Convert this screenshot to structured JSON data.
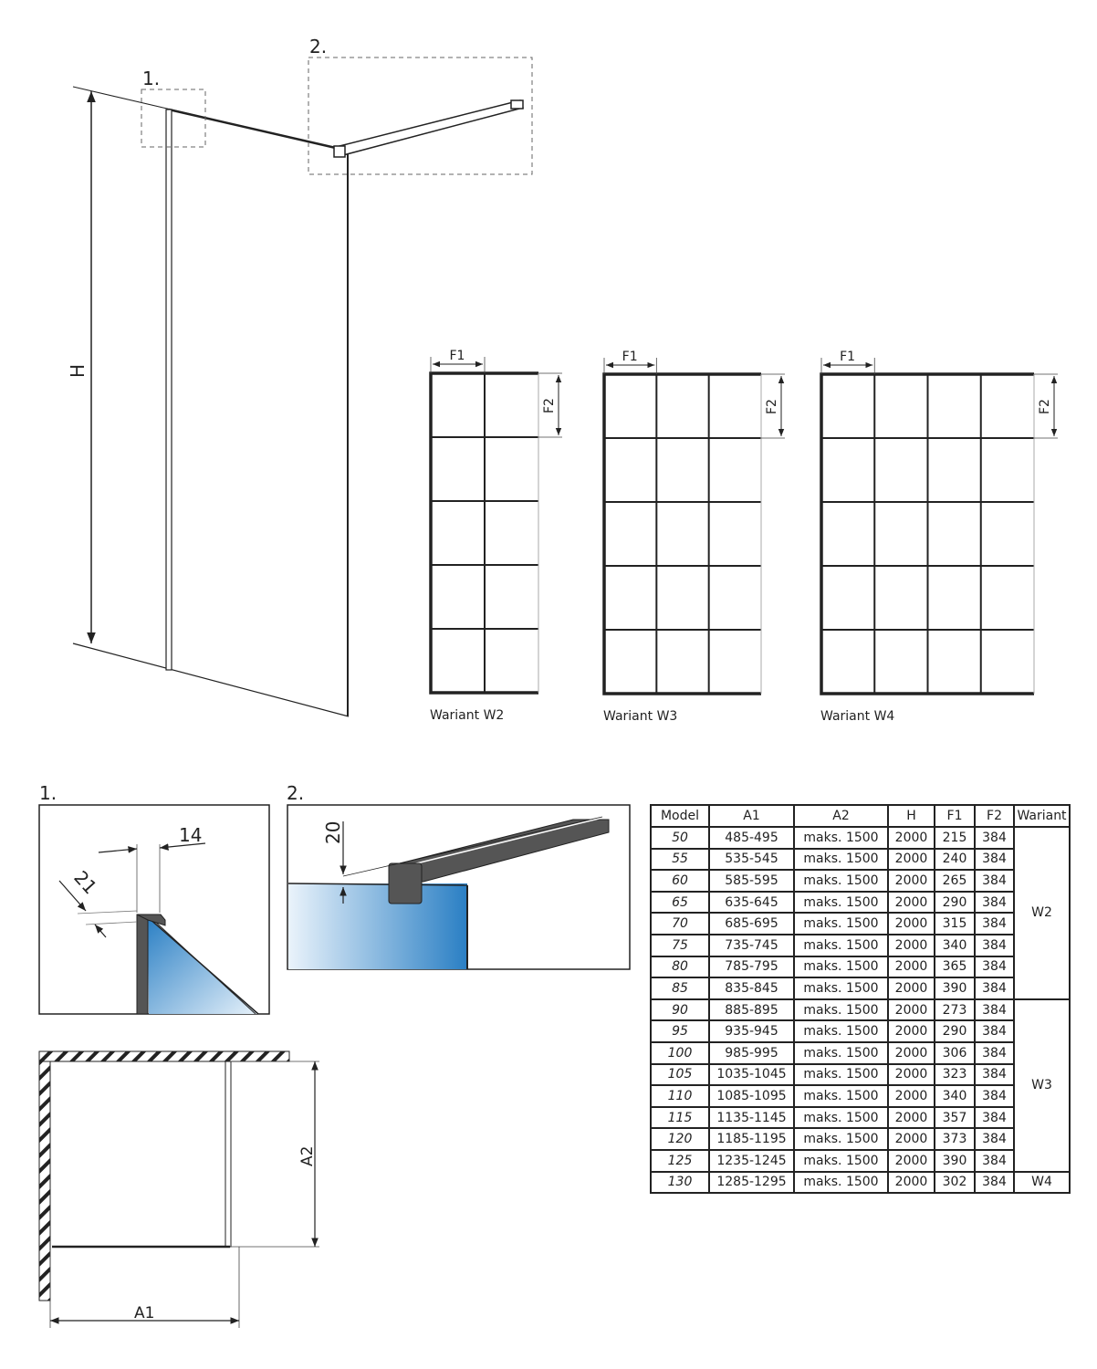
{
  "main_view": {
    "label_detail_1": "1.",
    "label_detail_2": "2.",
    "dim_height": "H"
  },
  "variants": [
    {
      "name": "Wariant W2",
      "dim_f1": "F1",
      "dim_f2": "F2",
      "cols": 2,
      "rows": 5
    },
    {
      "name": "Wariant W3",
      "dim_f1": "F1",
      "dim_f2": "F2",
      "cols": 3,
      "rows": 5
    },
    {
      "name": "Wariant W4",
      "dim_f1": "F1",
      "dim_f2": "F2",
      "cols": 4,
      "rows": 5
    }
  ],
  "detail_1": {
    "label": "1.",
    "dim_width": "14",
    "dim_depth": "21"
  },
  "detail_2": {
    "label": "2.",
    "dim_offset": "20"
  },
  "plan_view": {
    "dim_a1": "A1",
    "dim_a2": "A2"
  },
  "colors": {
    "glass_blue": "#2a7fc4",
    "profile": "#555555",
    "line": "#222222"
  },
  "table": {
    "headers": [
      "Model",
      "A1",
      "A2",
      "H",
      "F1",
      "F2",
      "Wariant"
    ],
    "rows": [
      [
        "50",
        "485-495",
        "maks. 1500",
        "2000",
        "215",
        "384"
      ],
      [
        "55",
        "535-545",
        "maks. 1500",
        "2000",
        "240",
        "384"
      ],
      [
        "60",
        "585-595",
        "maks. 1500",
        "2000",
        "265",
        "384"
      ],
      [
        "65",
        "635-645",
        "maks. 1500",
        "2000",
        "290",
        "384"
      ],
      [
        "70",
        "685-695",
        "maks. 1500",
        "2000",
        "315",
        "384"
      ],
      [
        "75",
        "735-745",
        "maks. 1500",
        "2000",
        "340",
        "384"
      ],
      [
        "80",
        "785-795",
        "maks. 1500",
        "2000",
        "365",
        "384"
      ],
      [
        "85",
        "835-845",
        "maks. 1500",
        "2000",
        "390",
        "384"
      ],
      [
        "90",
        "885-895",
        "maks. 1500",
        "2000",
        "273",
        "384"
      ],
      [
        "95",
        "935-945",
        "maks. 1500",
        "2000",
        "290",
        "384"
      ],
      [
        "100",
        "985-995",
        "maks. 1500",
        "2000",
        "306",
        "384"
      ],
      [
        "105",
        "1035-1045",
        "maks. 1500",
        "2000",
        "323",
        "384"
      ],
      [
        "110",
        "1085-1095",
        "maks. 1500",
        "2000",
        "340",
        "384"
      ],
      [
        "115",
        "1135-1145",
        "maks. 1500",
        "2000",
        "357",
        "384"
      ],
      [
        "120",
        "1185-1195",
        "maks. 1500",
        "2000",
        "373",
        "384"
      ],
      [
        "125",
        "1235-1245",
        "maks. 1500",
        "2000",
        "390",
        "384"
      ],
      [
        "130",
        "1285-1295",
        "maks. 1500",
        "2000",
        "302",
        "384"
      ]
    ],
    "groups": [
      {
        "label": "W2",
        "span": 8
      },
      {
        "label": "W3",
        "span": 8
      },
      {
        "label": "W4",
        "span": 1
      }
    ]
  }
}
